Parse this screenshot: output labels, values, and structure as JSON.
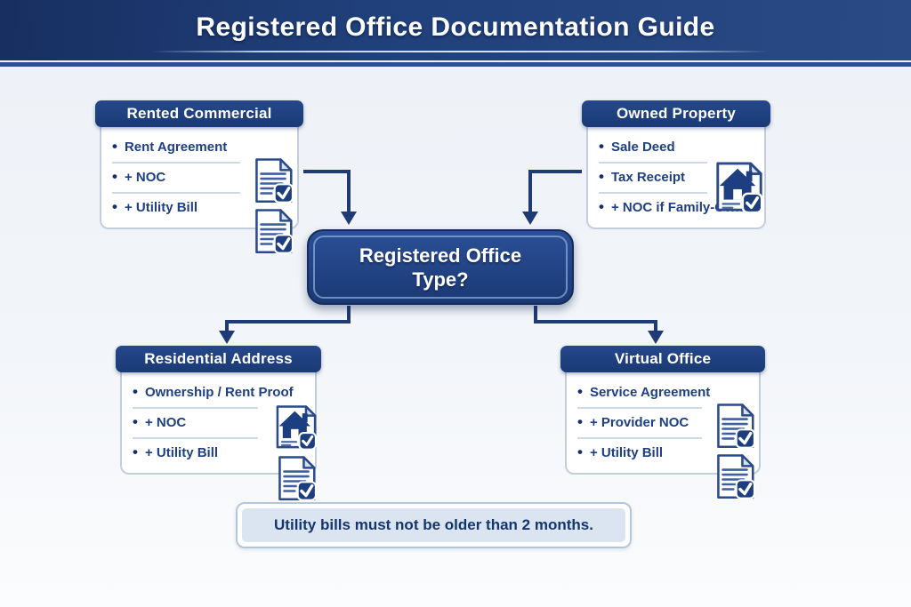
{
  "title": "Registered Office Documentation Guide",
  "decision_node": {
    "label": "Registered Office Type?"
  },
  "cards": [
    {
      "title": "Rented Commercial",
      "items": [
        "Rent Agreement",
        "+ NOC",
        "+ Utility Bill"
      ],
      "icons": [
        "doc-check",
        "doc-check"
      ]
    },
    {
      "title": "Owned Property",
      "items": [
        "Sale Deed",
        "Tax Receipt",
        "+ NOC if Family-Owned"
      ],
      "icons": [
        "house-check"
      ]
    },
    {
      "title": "Residential Address",
      "items": [
        "Ownership / Rent Proof",
        "+ NOC",
        "+ Utility Bill"
      ],
      "icons": [
        "house-check",
        "doc-check"
      ]
    },
    {
      "title": "Virtual Office",
      "items": [
        "Service Agreement",
        "+ Provider NOC",
        "+ Utility Bill"
      ],
      "icons": [
        "doc-check",
        "doc-check"
      ]
    }
  ],
  "note": {
    "text": "Utility bills must not be older than 2 months."
  },
  "colors": {
    "navy": "#1d3e7e",
    "header_bg": "#20407b",
    "stripe": "#2d5094",
    "note_bg": "#dbe5f1",
    "background": "#f2f5f9",
    "connector": "#1e3b73",
    "check_badge": "#1c3e7e"
  }
}
